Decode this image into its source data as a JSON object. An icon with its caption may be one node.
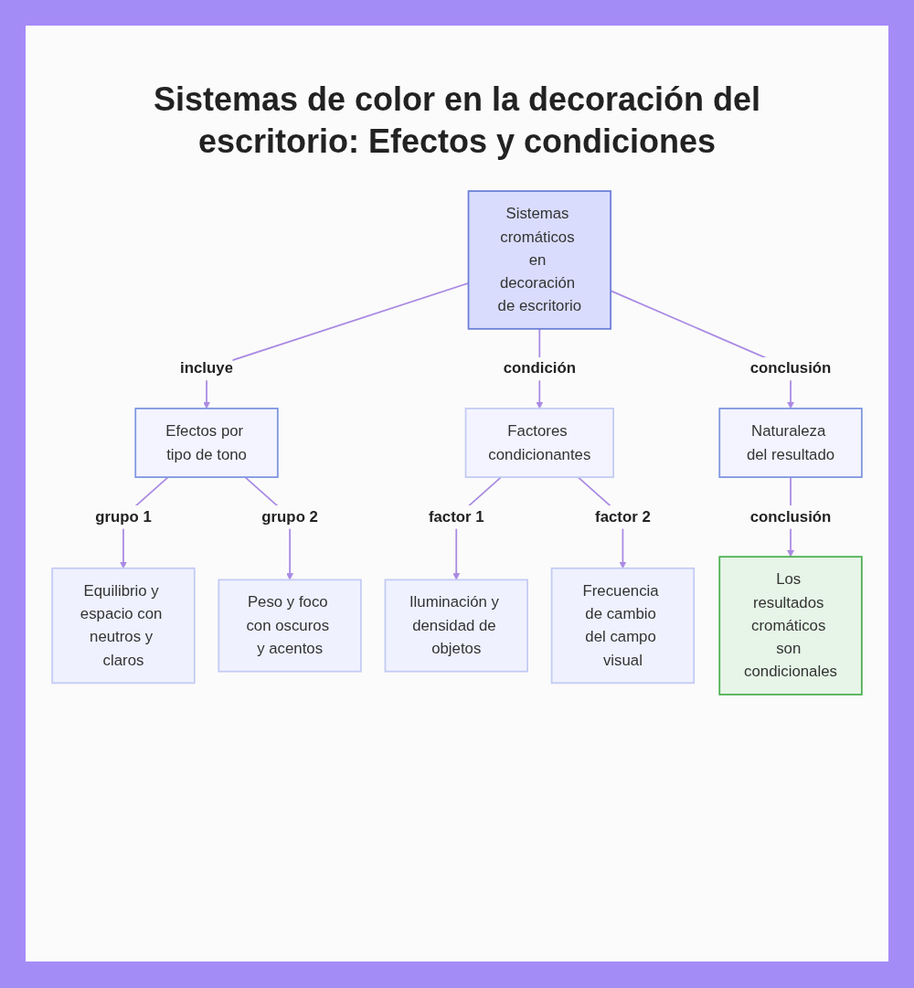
{
  "diagram": {
    "title": "Sistemas de color en la decoración del escritorio: Efectos y condiciones",
    "nodes": [
      {
        "text": [
          "Sistemas cromáticos en decoración de escritorio"
        ]
      },
      {
        "text": [
          "Efectos por tipo de tono"
        ]
      },
      {
        "text": [
          "Factores condicionantes"
        ]
      },
      {
        "text": [
          "Naturaleza del resultado"
        ]
      },
      {
        "text": [
          "Equilibrio y espacio con neutros y claros"
        ]
      },
      {
        "text": [
          "Peso y foco con oscuros y acentos"
        ]
      },
      {
        "text": [
          "Iluminación y densidad de objetos"
        ]
      },
      {
        "text": [
          "Frecuencia de cambio del campo visual"
        ]
      },
      {
        "text": [
          "Los resultados cromáticos son condicionales"
        ]
      }
    ],
    "edges": [
      {
        "from": 0,
        "to": 1,
        "arrow": "to",
        "label": "incluye"
      },
      {
        "from": 0,
        "to": 2,
        "arrow": "to",
        "label": "condición"
      },
      {
        "from": 0,
        "to": 3,
        "arrow": "to",
        "label": "conclusión"
      },
      {
        "from": 1,
        "to": 4,
        "arrow": "to",
        "label": "grupo 1"
      },
      {
        "from": 1,
        "to": 5,
        "arrow": "to",
        "label": "grupo 2"
      },
      {
        "from": 2,
        "to": 6,
        "arrow": "to",
        "label": "factor 1"
      },
      {
        "from": 2,
        "to": 7,
        "arrow": "to",
        "label": "factor 2"
      },
      {
        "from": 3,
        "to": 8,
        "arrow": "to",
        "label": "conclusión"
      }
    ]
  }
}
